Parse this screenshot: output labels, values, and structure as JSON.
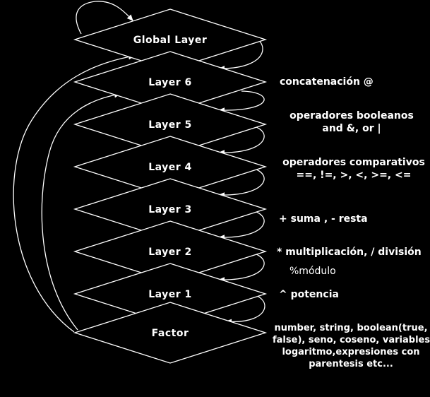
{
  "layers": [
    {
      "name": "Global Layer"
    },
    {
      "name": "Layer 6"
    },
    {
      "name": "Layer 5"
    },
    {
      "name": "Layer 4"
    },
    {
      "name": "Layer 3"
    },
    {
      "name": "Layer 2"
    },
    {
      "name": "Layer 1"
    },
    {
      "name": "Factor"
    }
  ],
  "annotations": {
    "layer6": "concatenación @",
    "layer5_line1": "operadores booleanos",
    "layer5_line2": "and &, or |",
    "layer4_line1": "operadores comparativos",
    "layer4_line2": "==, !=, >, <, >=, <=",
    "layer3": "+ suma , - resta",
    "layer2_line1": "* multiplicación, / división",
    "layer2_line2": "%módulo",
    "layer1": "^ potencia",
    "factor_line1": "number, string, boolean(true,",
    "factor_line2": "false), seno, coseno, variables,",
    "factor_line3": "logaritmo,expresiones con",
    "factor_line4": "parentesis etc..."
  },
  "colors": {
    "background": "#000000",
    "shape_fill": "#000000",
    "stroke": "#ffffff",
    "text": "#ffffff"
  }
}
